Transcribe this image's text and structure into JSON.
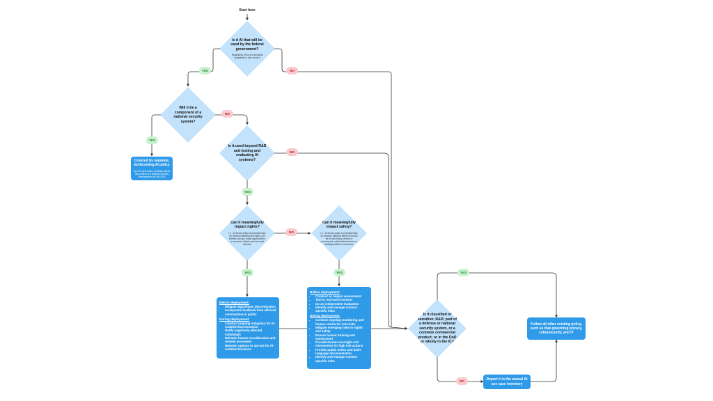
{
  "start": {
    "label": "Start here"
  },
  "q1": {
    "question": "Is it AI that will be used by the federal government?",
    "note": "Regardless of the AI's technical complexity or who builds it"
  },
  "q1_yes": "YES",
  "q1_no": "NO",
  "q2": {
    "question": "Will it be a component of a national security system?"
  },
  "q2_yes": "YES",
  "q2_no": "NO",
  "nss_box": {
    "title": "Covered by separate, forthcoming AI policy",
    "note": "See EO 14110 Sec. 4.8 which directs the creation of a National Security Memorandum by July 2024"
  },
  "q3": {
    "question": "Is it used beyond R&D and testing and evaluating AI systems?"
  },
  "q3_yes": "YES",
  "q3_no": "NO",
  "q4": {
    "question": "Can it meaningfully impact rights?",
    "note": "i.e., AI whose output is principal basis for decision affecting civil rights, civil liberties, privacy, equal opportunities, or access to critical resources and services"
  },
  "q4_yes": "YES",
  "q4_no": "NO",
  "q5": {
    "question": "Can it meaningfully impact safety?",
    "note": "i.e., AI whose output is principal basis for decision affecting safety of human life or well-being, climate or environment, critical infrastructure, or strategic assets or resources"
  },
  "q5_yes": "YES",
  "rights_box": {
    "before_title": "Before deployment:",
    "before_items": [
      "Mitigate algorithmic discrimination",
      "Incorporate feedback from affected communities & public"
    ],
    "during_title": "During deployment:",
    "during_items": [
      "Conduct ongoing mitigation for AI-enabled discrimination",
      "Notify negatively affected individuals",
      "Maintain human consideration and remedy processes",
      "Maintain options to opt-out for AI-enabled decisions"
    ]
  },
  "safety_box": {
    "before_title": "Before deployment:",
    "before_items": [
      "Conduct an impact assessment",
      "Test in real-world context",
      "Do an independent evaluation",
      "Identify and manage context-specific risks"
    ],
    "during_title": "During deployment:",
    "during_items": [
      "Conduct ongoing monitoring and human review for new risks",
      "Mitigate emerging risks to rights and safety",
      "Ensure human training and assessment",
      "Provide human oversight and intervention for high risk actions",
      "Provide public notice and plain-language documentation",
      "Identify and manage context-specific risks"
    ]
  },
  "q6": {
    "question": "Is it classified or sensitive; R&D; part of a defense or national security system, or a common commercial product; or in the DoD or wholly in the IC?"
  },
  "q6_yes": "YES",
  "q6_no": "NO",
  "policy_box": {
    "text": "Follow all other existing policy, such as that governing privacy, cybersecurity, and IT"
  },
  "inventory_box": {
    "text": "Report it in the annual AI use case inventory"
  },
  "colors": {
    "diamond": "#c3e2fb",
    "box": "#2f9be8",
    "yes_fill": "#c9f2cf",
    "no_fill": "#f9c9cf",
    "line": "#333333"
  }
}
